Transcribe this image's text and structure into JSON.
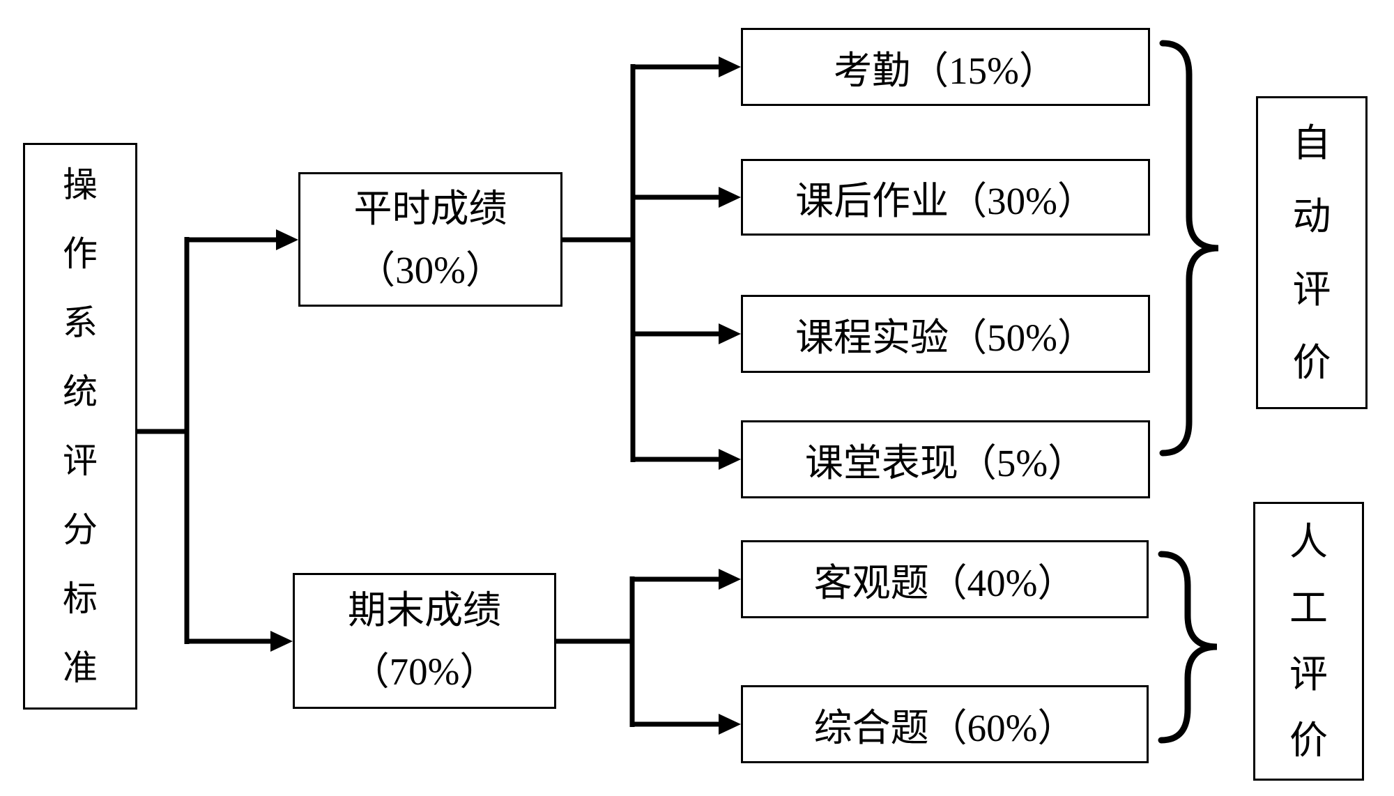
{
  "diagram": {
    "root": {
      "label": "操作系统评分标准"
    },
    "level1": {
      "regular": {
        "name": "平时成绩",
        "pct": "（30%）"
      },
      "final": {
        "name": "期末成绩",
        "pct": "（70%）"
      }
    },
    "regular_items": [
      "考勤（15%）",
      "课后作业（30%）",
      "课程实验（50%）",
      "课堂表现（5%）"
    ],
    "final_items": [
      "客观题（40%）",
      "综合题（60%）"
    ],
    "evaluation": {
      "auto": {
        "label": "自动评价"
      },
      "manual": {
        "label": "人工评价"
      }
    }
  },
  "colors": {
    "line": "#000000",
    "box_border": "#000000",
    "text": "#000000",
    "background": "#ffffff"
  }
}
